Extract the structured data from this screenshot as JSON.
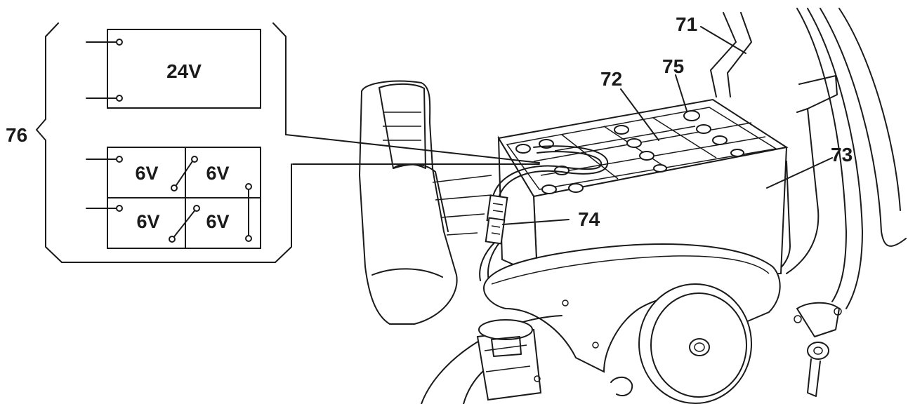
{
  "callouts": {
    "c71": "71",
    "c72": "72",
    "c73": "73",
    "c74": "74",
    "c75": "75",
    "c76": "76"
  },
  "inset": {
    "pack_label": "24V",
    "cells": [
      "6V",
      "6V",
      "6V",
      "6V"
    ]
  }
}
